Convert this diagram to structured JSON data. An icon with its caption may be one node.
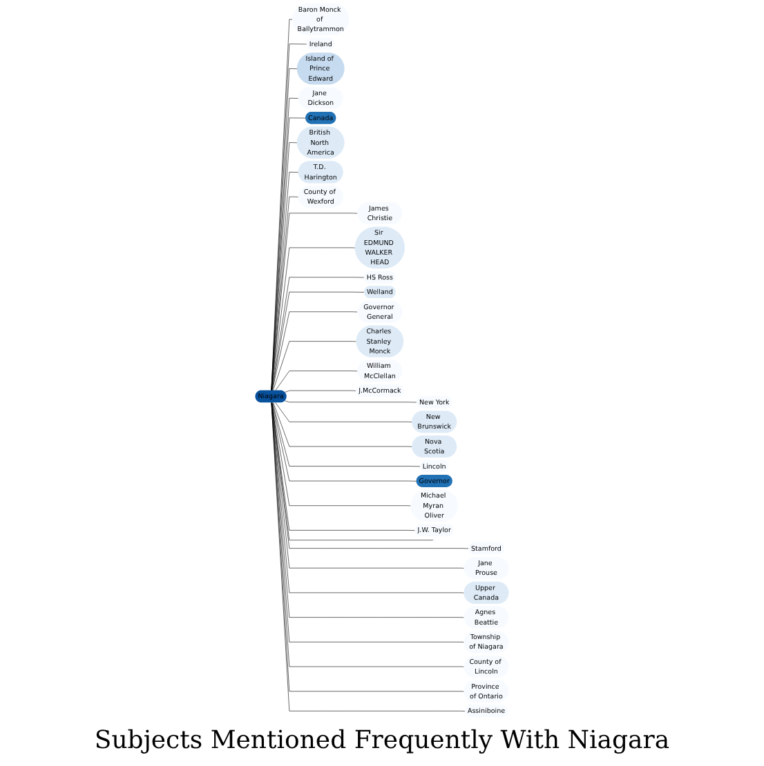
{
  "diagram": {
    "title": "Subjects Mentioned Frequently With Niagara",
    "nodes": [
      {
        "text": [
          "Baron Monck of Ballytrammon"
        ]
      },
      {
        "text": [
          "James Christie"
        ]
      },
      {
        "text": [
          "New York"
        ]
      },
      {
        "text": [
          "Stamford"
        ]
      },
      {
        "text": [
          "Ireland"
        ]
      },
      {
        "text": [
          "Sir EDMUND WALKER HEAD"
        ]
      },
      {
        "text": [
          "New Brunswick"
        ]
      },
      {
        "text": [
          "Jane Prouse"
        ]
      },
      {
        "text": [
          "Island of Prince Edward"
        ]
      },
      {
        "text": [
          "HS Ross"
        ]
      },
      {
        "text": [
          "Nova Scotia"
        ]
      },
      {
        "text": [
          "Upper Canada"
        ]
      },
      {
        "text": [
          "Jane Dickson"
        ]
      },
      {
        "text": [
          "Welland"
        ]
      },
      {
        "text": [
          "Lincoln"
        ]
      },
      {
        "text": [
          "Niagara"
        ]
      },
      {
        "text": [
          "Agnes Beattie"
        ]
      },
      {
        "text": [
          "Canada"
        ]
      },
      {
        "text": [
          "Governor General"
        ]
      },
      {
        "text": [
          "Governor"
        ]
      },
      {
        "text": [
          "Township of Niagara"
        ]
      },
      {
        "text": [
          "British North America"
        ]
      },
      {
        "text": [
          "Charles Stanley Monck"
        ]
      },
      {
        "text": [
          "Michael Myran Oliver"
        ]
      },
      {
        "text": [
          "County of Lincoln"
        ]
      },
      {
        "text": [
          "T.D. Harington"
        ]
      },
      {
        "text": [
          "William McClellan"
        ]
      },
      {
        "text": [
          "J.W. Taylor"
        ]
      },
      {
        "text": [
          "Province of Ontario"
        ]
      },
      {
        "text": [
          "County of Wexford"
        ]
      },
      {
        "text": [
          "J.McCormack"
        ]
      },
      {
        "text": [],
        "shape": "ellipse"
      },
      {
        "text": [
          "Assiniboine"
        ]
      }
    ],
    "edges": [
      {
        "from": 15,
        "to": 0,
        "arrow": "none"
      },
      {
        "from": 15,
        "to": 1,
        "arrow": "none"
      },
      {
        "from": 15,
        "to": 2,
        "arrow": "none"
      },
      {
        "from": 15,
        "to": 3,
        "arrow": "none"
      },
      {
        "from": 15,
        "to": 4,
        "arrow": "none"
      },
      {
        "from": 15,
        "to": 5,
        "arrow": "none"
      },
      {
        "from": 15,
        "to": 6,
        "arrow": "none"
      },
      {
        "from": 15,
        "to": 7,
        "arrow": "none"
      },
      {
        "from": 15,
        "to": 8,
        "arrow": "none"
      },
      {
        "from": 15,
        "to": 9,
        "arrow": "none"
      },
      {
        "from": 15,
        "to": 10,
        "arrow": "none"
      },
      {
        "from": 15,
        "to": 11,
        "arrow": "none"
      },
      {
        "from": 15,
        "to": 12,
        "arrow": "none"
      },
      {
        "from": 15,
        "to": 13,
        "arrow": "none"
      },
      {
        "from": 15,
        "to": 14,
        "arrow": "none"
      },
      {
        "from": 15,
        "to": 16,
        "arrow": "none"
      },
      {
        "from": 15,
        "to": 17,
        "arrow": "none"
      },
      {
        "from": 15,
        "to": 18,
        "arrow": "none"
      },
      {
        "from": 15,
        "to": 19,
        "arrow": "none"
      },
      {
        "from": 15,
        "to": 20,
        "arrow": "none"
      },
      {
        "from": 15,
        "to": 21,
        "arrow": "none"
      },
      {
        "from": 15,
        "to": 22,
        "arrow": "none"
      },
      {
        "from": 15,
        "to": 23,
        "arrow": "none"
      },
      {
        "from": 15,
        "to": 24,
        "arrow": "none"
      },
      {
        "from": 15,
        "to": 25,
        "arrow": "none"
      },
      {
        "from": 15,
        "to": 26,
        "arrow": "none"
      },
      {
        "from": 15,
        "to": 27,
        "arrow": "none"
      },
      {
        "from": 15,
        "to": 28,
        "arrow": "none"
      },
      {
        "from": 15,
        "to": 29,
        "arrow": "none"
      },
      {
        "from": 15,
        "to": 30,
        "arrow": "none"
      },
      {
        "from": 15,
        "to": 31,
        "arrow": "none"
      },
      {
        "from": 15,
        "to": 32,
        "arrow": "none"
      }
    ]
  }
}
